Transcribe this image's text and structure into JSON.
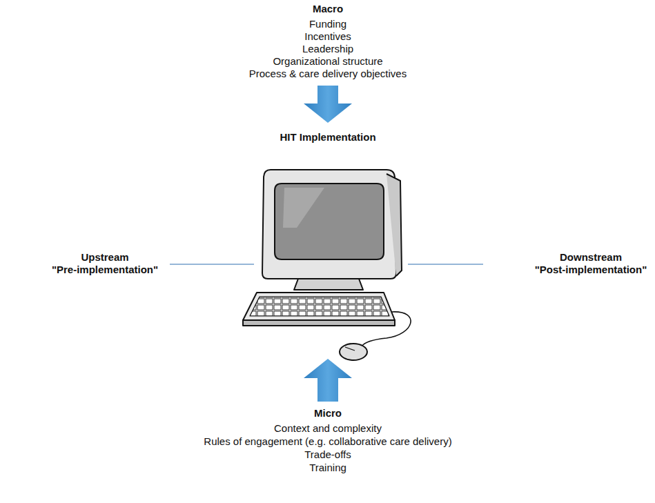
{
  "diagram": {
    "labels": [
      "Macro",
      "Funding",
      "Incentives",
      "Leadership",
      "Organizational structure",
      "Process & care delivery objectives",
      "HIT Implementation",
      "Upstream",
      "\"Pre-implementation\"",
      "Downstream",
      "\"Post-implementation\"",
      "Micro",
      "Context and complexity",
      "Rules of engagement (e.g. collaborative care delivery)",
      "Trade-offs",
      "Training"
    ]
  }
}
